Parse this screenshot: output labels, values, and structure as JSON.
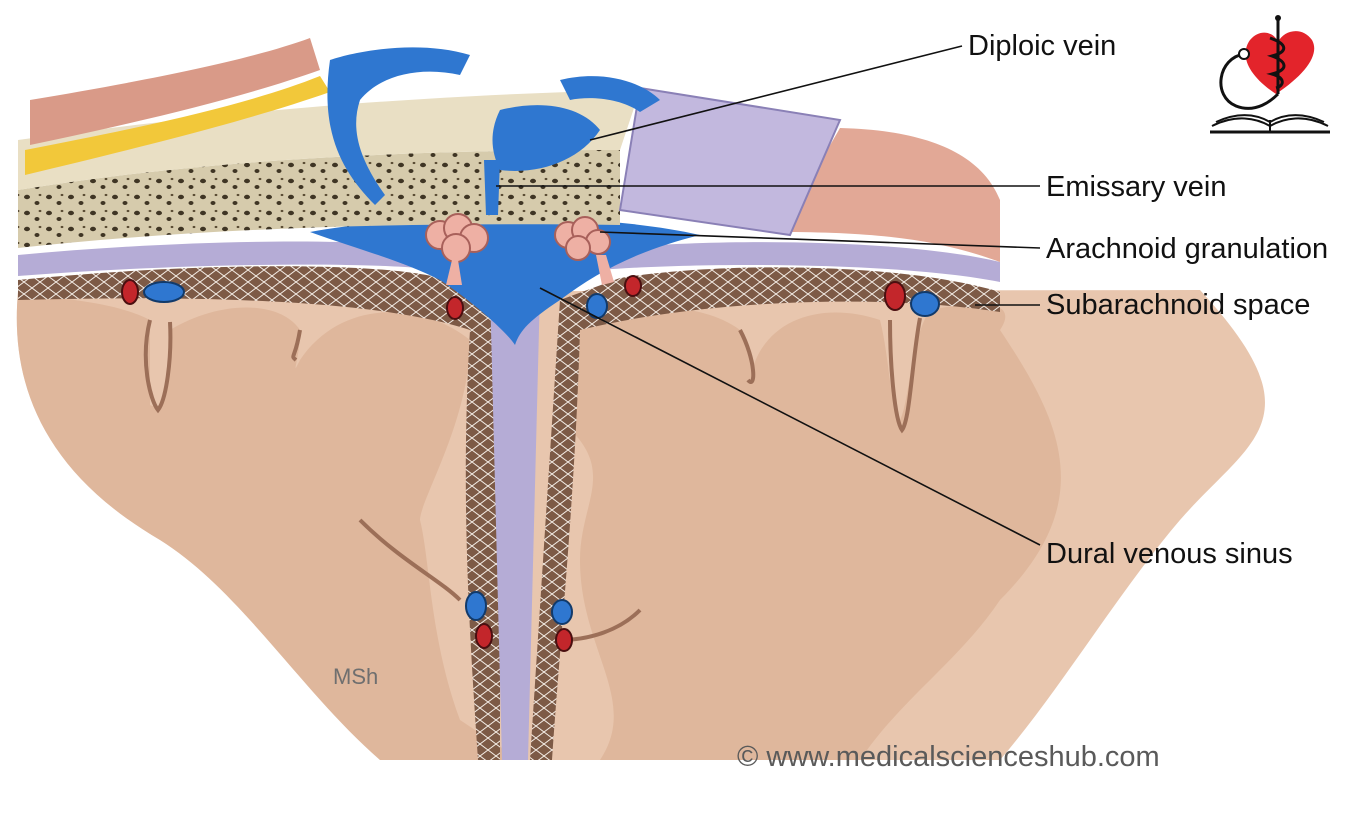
{
  "labels": {
    "diploic_vein": "Diploic vein",
    "emissary_vein": "Emissary vein",
    "arachnoid_granulation": "Arachnoid granulation",
    "subarachnoid_space": "Subarachnoid space",
    "dural_venous_sinus": "Dural venous sinus"
  },
  "artist_signature": "MSh",
  "copyright": "© www.medicalscienceshub.com",
  "colors": {
    "vein": "#2f77d0",
    "artery": "#c3262b",
    "brain": "#e6c0a6",
    "bone": "#d9cfb2",
    "dura": "#b5acd6",
    "scalp": "#d99a88",
    "fat": "#f2c83a",
    "logo_heart": "#e3242b"
  },
  "icons": [
    "heart-stethoscope-logo-icon",
    "open-book-icon",
    "caduceus-icon"
  ]
}
